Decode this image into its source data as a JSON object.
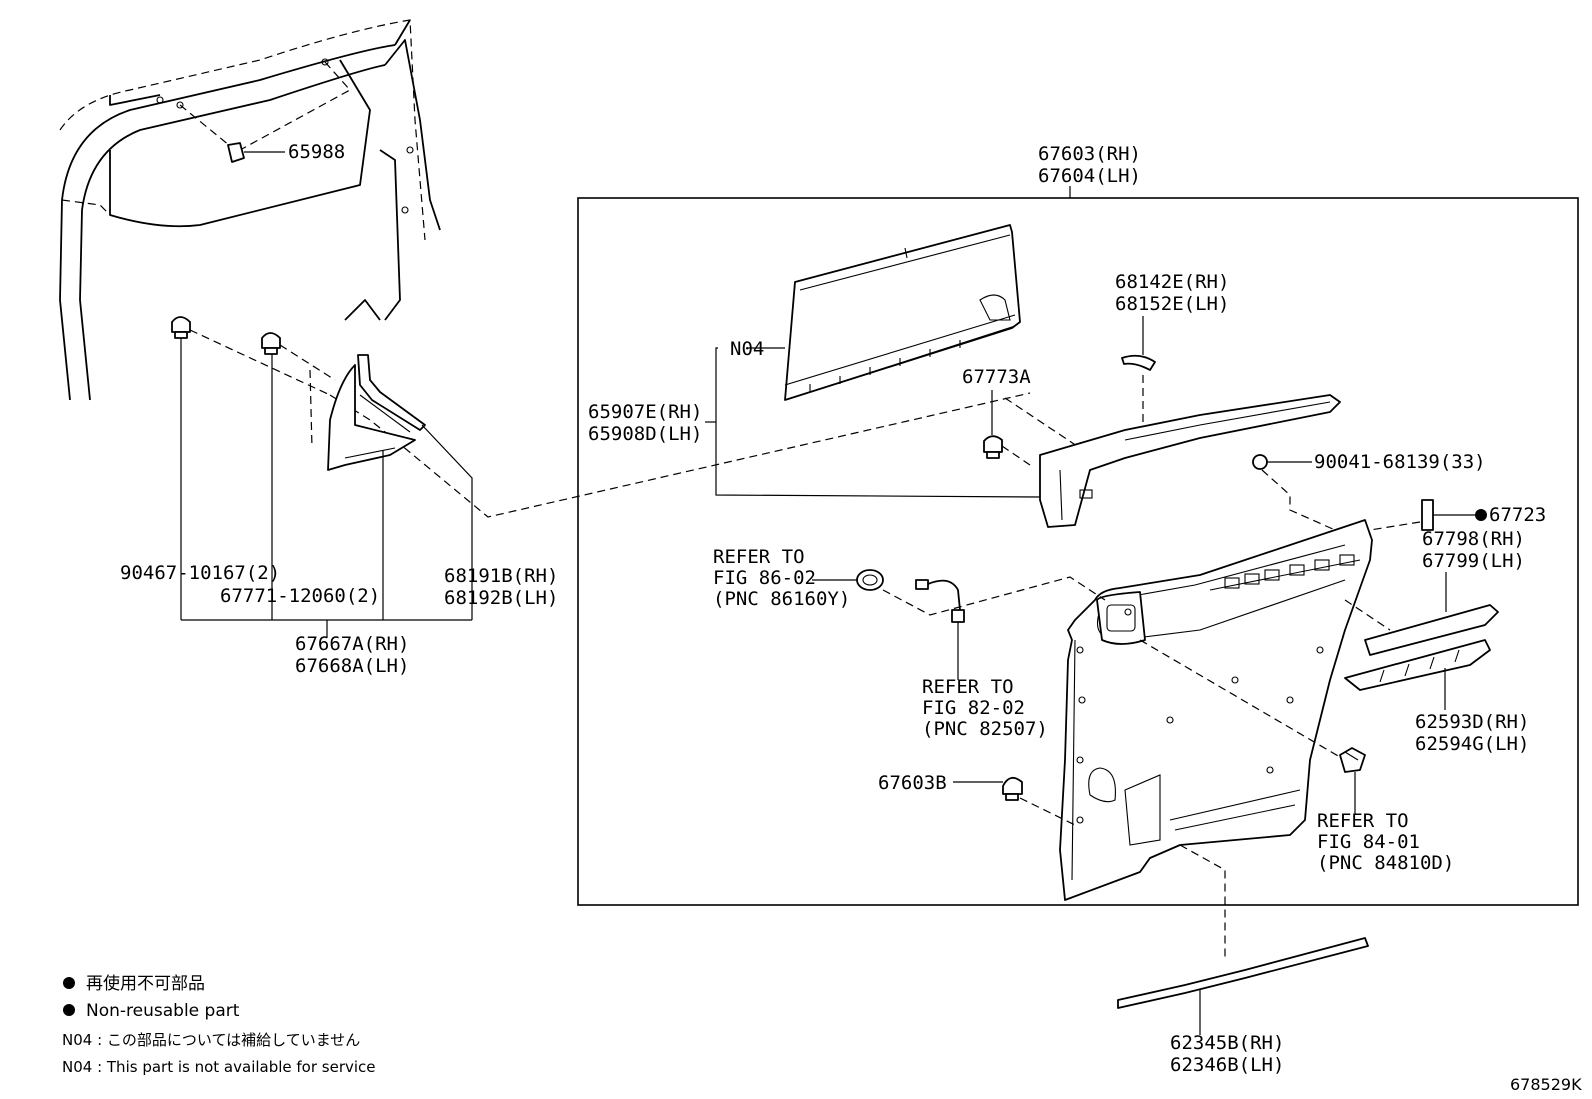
{
  "callouts": {
    "c65988": "65988",
    "c67603_rh": "67603(RH)",
    "c67604_lh": "67604(LH)",
    "c68142e_rh": "68142E(RH)",
    "c68152e_lh": "68152E(LH)",
    "n04": "N04",
    "c67773a": "67773A",
    "c65907e_rh": "65907E(RH)",
    "c65908d_lh": "65908D(LH)",
    "c90041": "90041-68139(33)",
    "c67723": "67723",
    "c67798_rh": "67798(RH)",
    "c67799_lh": "67799(LH)",
    "c90467": "90467-10167(2)",
    "c67771": "67771-12060(2)",
    "c68191b_rh": "68191B(RH)",
    "c68192b_lh": "68192B(LH)",
    "c67667a_rh": "67667A(RH)",
    "c67668a_lh": "67668A(LH)",
    "c62593d_rh": "62593D(RH)",
    "c62594g_lh": "62594G(LH)",
    "c67603b": "67603B",
    "c62345b_rh": "62345B(RH)",
    "c62346b_lh": "62346B(LH)"
  },
  "refs": {
    "ref1": [
      "REFER TO",
      "FIG 86-02",
      "(PNC 86160Y)"
    ],
    "ref2": [
      "REFER TO",
      "FIG 82-02",
      "(PNC 82507)"
    ],
    "ref3": [
      "REFER TO",
      "FIG 84-01",
      "(PNC 84810D)"
    ]
  },
  "legend": {
    "nonreusable_jp": "再使用不可部品",
    "nonreusable_en": "Non-reusable part",
    "n04_jp": "N04 : この部品については補給していません",
    "n04_en": "N04 : This part is not available for service"
  },
  "figure_id": "678529K"
}
